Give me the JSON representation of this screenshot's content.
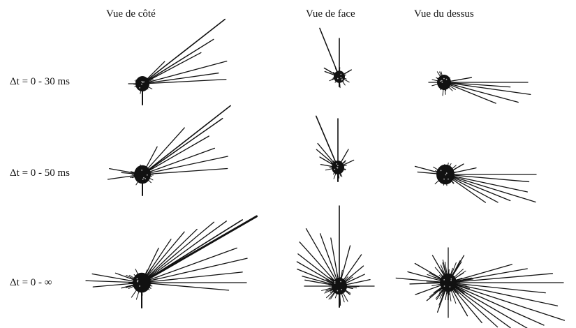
{
  "columns": [
    {
      "label": "Vue de côté"
    },
    {
      "label": "Vue de face"
    },
    {
      "label": "Vue du dessus"
    }
  ],
  "rows": [
    {
      "label": "Δt = 0 - 30 ms"
    },
    {
      "label": "Δt = 0 - 50 ms"
    },
    {
      "label": "Δt = 0 - ∞"
    }
  ],
  "colors": {
    "ink": "#111111",
    "background": "#ffffff"
  }
}
